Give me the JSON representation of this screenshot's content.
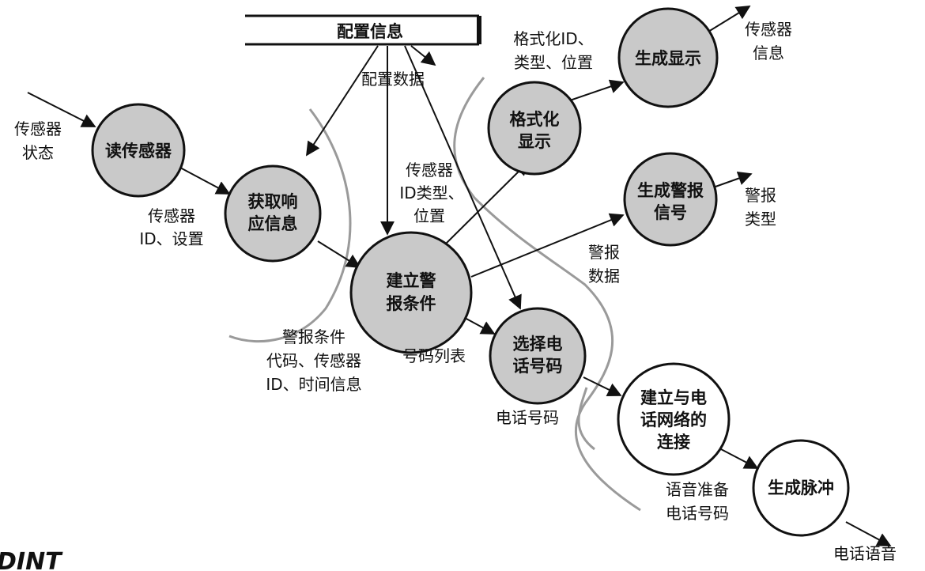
{
  "store": {
    "label": "配置信息"
  },
  "nodes": {
    "read_sensor": [
      "读传感器"
    ],
    "get_response": [
      "获取响",
      "应信息"
    ],
    "alarm_cond": [
      "建立警",
      "报条件"
    ],
    "format_display": [
      "格式化",
      "显示"
    ],
    "gen_display": [
      "生成显示"
    ],
    "gen_alarm": [
      "生成警报",
      "信号"
    ],
    "select_phone": [
      "选择电",
      "话号码"
    ],
    "connect_net": [
      "建立与电",
      "话网络的",
      "连接"
    ],
    "gen_pulse": [
      "生成脉冲"
    ]
  },
  "labels": {
    "sensor_status": [
      "传感器",
      "状态"
    ],
    "config_data": [
      "配置数据"
    ],
    "sensor_id_setting": [
      "传感器",
      "ID、设置"
    ],
    "format_id": [
      "格式化ID、",
      "类型、位置"
    ],
    "sensor_info": [
      "传感器",
      "信息"
    ],
    "sensor_id_type": [
      "传感器",
      "ID类型、",
      "位置"
    ],
    "alarm_type": [
      "警报",
      "类型"
    ],
    "alarm_data": [
      "警报",
      "数据"
    ],
    "alarm_code": [
      "警报条件",
      "代码、传感器",
      "ID、时间信息"
    ],
    "phone_list": [
      "号码列表"
    ],
    "phone_number": [
      "电话号码"
    ],
    "voice_ready": [
      "语音准备",
      "电话号码"
    ],
    "phone_voice": [
      "电话语音"
    ]
  },
  "watermark": "DINT"
}
